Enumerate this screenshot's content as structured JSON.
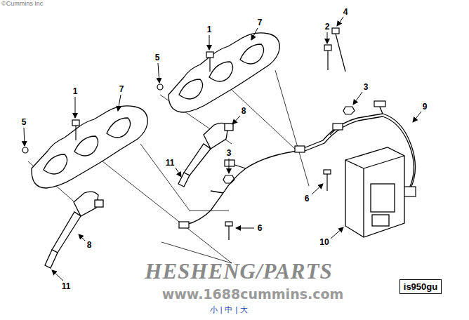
{
  "diagram": {
    "labels": [
      "©Cummins Inc",
      "1",
      "7",
      "4",
      "2",
      "5",
      "1",
      "7",
      "3",
      "9",
      "5",
      "8",
      "3",
      "11",
      "6",
      "6",
      "10",
      "8",
      "11",
      "HESHENG/PARTS",
      "www.1688cummins.com",
      "is950gu",
      "小 | 中 | 大"
    ]
  }
}
